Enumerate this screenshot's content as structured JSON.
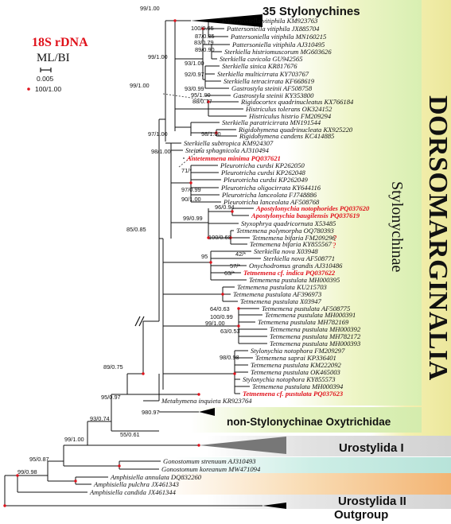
{
  "legend": {
    "marker": "18S rDNA",
    "method": "ML/BI",
    "scale_value": "0.005",
    "dot_meaning": "100/1.00"
  },
  "groups": {
    "stylonychines_35": "35 Stylonychines",
    "non_stylonychinae": "non-Stylonychinae Oxytrichidae",
    "urostylida_1": "Urostylida I",
    "urostylida_2": "Urostylida II",
    "outgroup": "Outgroup",
    "dorsomarginalia": "DORSOMARGINALIA",
    "stylonychinae": "Stylonychinae"
  },
  "taxa": [
    {
      "id": "t0",
      "label": "Pattersoniella vitiphila KM923763",
      "red": false
    },
    {
      "id": "t1",
      "label": "Pattersoniella vitiphila JX885704",
      "red": false
    },
    {
      "id": "t2",
      "label": "Pattersoniella vitiphila MN160215",
      "red": false
    },
    {
      "id": "t3",
      "label": "Pattersoniella vitiphila AJ310495",
      "red": false
    },
    {
      "id": "t4",
      "label": "Sterkiella histriomuscorum MG603626",
      "red": false
    },
    {
      "id": "t5",
      "label": "Sterkiella cavicola GU942565",
      "red": false
    },
    {
      "id": "t6",
      "label": "Sterkiella sinica KR817676",
      "red": false
    },
    {
      "id": "t7",
      "label": "Sterkiella multicirrata KY703767",
      "red": false
    },
    {
      "id": "t8",
      "label": "Sterkiella tetracirrata KF668619",
      "red": false
    },
    {
      "id": "t9",
      "label": "Gastrostyla steinii AF508758",
      "red": false
    },
    {
      "id": "t10",
      "label": "Gastrostyla steinii KY353800",
      "red": false
    },
    {
      "id": "t11",
      "label": "Rigidocortex quadrinucleatus KX766184",
      "red": false
    },
    {
      "id": "t12",
      "label": "Histriculus tolerans OK324152",
      "red": false
    },
    {
      "id": "t13",
      "label": "Histriculus histrio FM209294",
      "red": false
    },
    {
      "id": "t14",
      "label": "Sterkiella paratricirrata MN191544",
      "red": false
    },
    {
      "id": "t15",
      "label": "Rigidohymena quadrinucleata KX925220",
      "red": false
    },
    {
      "id": "t16",
      "label": "Rigidohymena candens KC414885",
      "red": false
    },
    {
      "id": "t17",
      "label": "Sterkiella subtropica KM924307",
      "red": false
    },
    {
      "id": "t18",
      "label": "Steinia sphagnicola AJ310494",
      "red": false
    },
    {
      "id": "t19",
      "label": "Antetemmena minima PQ037621",
      "red": true
    },
    {
      "id": "t20",
      "label": "Pleurotricha curdsi KP262050",
      "red": false
    },
    {
      "id": "t21",
      "label": "Pleurotricha curdsi KP262048",
      "red": false
    },
    {
      "id": "t22",
      "label": "Pleurotricha curdsi KP262049",
      "red": false
    },
    {
      "id": "t23",
      "label": "Pleurotricha oligocirrata KY644116",
      "red": false
    },
    {
      "id": "t24",
      "label": "Pleurotricha lanceolata FJ748886",
      "red": false
    },
    {
      "id": "t25",
      "label": "Pleurotricha lanceolata AF508768",
      "red": false
    },
    {
      "id": "t26",
      "label": "Apostylonychia notophorides PQ037620",
      "red": true
    },
    {
      "id": "t27",
      "label": "Apostylonychia baugilensis PQ037619",
      "red": true
    },
    {
      "id": "t28",
      "label": "Styxophrya quadricornuta X53485",
      "red": false
    },
    {
      "id": "t29",
      "label": "Tetmemena polymorpha OQ780393",
      "red": false
    },
    {
      "id": "t30",
      "label": "Tetmemena bifaria FM209296",
      "red": false
    },
    {
      "id": "t31",
      "label": "Tetmemena bifaria KY855567",
      "red": false
    },
    {
      "id": "t32",
      "label": "Sterkiella nova X03948",
      "red": false
    },
    {
      "id": "t33",
      "label": "Sterkiella nova AF508771",
      "red": false
    },
    {
      "id": "t34",
      "label": "Onychodromus grandis AJ310486",
      "red": false
    },
    {
      "id": "t35",
      "label": "Tetmemena cf. indica PQ037622",
      "red": true
    },
    {
      "id": "t36",
      "label": "Tetmemena pustulata MH000395",
      "red": false
    },
    {
      "id": "t37",
      "label": "Tetmemena pustulata KU215703",
      "red": false
    },
    {
      "id": "t38",
      "label": "Tetmemena pustulata AF396973",
      "red": false
    },
    {
      "id": "t39",
      "label": "Tetmemena pustulata X03947",
      "red": false
    },
    {
      "id": "t40",
      "label": "Tetmemena pustulata AF508775",
      "red": false
    },
    {
      "id": "t41",
      "label": "Tetmemena pustulata MH000391",
      "red": false
    },
    {
      "id": "t42",
      "label": "Tetmemena pustulata MH782169",
      "red": false
    },
    {
      "id": "t43",
      "label": "Tetmemena pustulata MH000392",
      "red": false
    },
    {
      "id": "t44",
      "label": "Tetmemena pustulata MH782172",
      "red": false
    },
    {
      "id": "t45",
      "label": "Tetmemena pustulata MH000393",
      "red": false
    },
    {
      "id": "t46",
      "label": "Stylonychia notophora FM209297",
      "red": false
    },
    {
      "id": "t47",
      "label": "Tetmemena saprai KP336401",
      "red": false
    },
    {
      "id": "t48",
      "label": "Tetmemena pustulata KM222092",
      "red": false
    },
    {
      "id": "t49",
      "label": "Tetmemena pustulata OK465003",
      "red": false
    },
    {
      "id": "t50",
      "label": "Stylonychia notophora KY855573",
      "red": false
    },
    {
      "id": "t51",
      "label": "Tetmemena pustulata MH000394",
      "red": false
    },
    {
      "id": "t52",
      "label": "Tetmemena cf. pustulata PQ037623",
      "red": true
    },
    {
      "id": "t53",
      "label": "Metahymena inquieta KR923764",
      "red": false
    },
    {
      "id": "t54",
      "label": "Gonostomum strenuum AJ310493",
      "red": false
    },
    {
      "id": "t55",
      "label": "Gonostomum koreanum MW471094",
      "red": false
    },
    {
      "id": "t56",
      "label": "Amphisiella annulata DQ832260",
      "red": false
    },
    {
      "id": "t57",
      "label": "Amphisiella pulchra JX461343",
      "red": false
    },
    {
      "id": "t58",
      "label": "Amphisiella candida JX461344",
      "red": false
    }
  ],
  "supports": [
    {
      "id": "s0",
      "text": "99/1.00"
    },
    {
      "id": "s1",
      "text": "100/0.95"
    },
    {
      "id": "s2",
      "text": "87/0.85"
    },
    {
      "id": "s3",
      "text": "83/0.79"
    },
    {
      "id": "s4",
      "text": "89/0.90"
    },
    {
      "id": "s5",
      "text": "99/1.00"
    },
    {
      "id": "s6",
      "text": "93/1.00"
    },
    {
      "id": "s7",
      "text": "92/0.97"
    },
    {
      "id": "s8",
      "text": "99/1.00"
    },
    {
      "id": "s9",
      "text": "93/0.99"
    },
    {
      "id": "s10",
      "text": "95/1.00"
    },
    {
      "id": "s11",
      "text": "88/0.77"
    },
    {
      "id": "s12",
      "text": "97/1.00"
    },
    {
      "id": "s13",
      "text": "98/1.00"
    },
    {
      "id": "s14",
      "text": "98/1.00"
    },
    {
      "id": "s15",
      "text": "71/*"
    },
    {
      "id": "s16",
      "text": "97/0.99"
    },
    {
      "id": "s17",
      "text": "90/1.00"
    },
    {
      "id": "s18",
      "text": "96/0.94"
    },
    {
      "id": "s19",
      "text": "99/0.99"
    },
    {
      "id": "s20",
      "text": "85/0.85"
    },
    {
      "id": "s21",
      "text": "100/0.68"
    },
    {
      "id": "s22",
      "text": "42/*"
    },
    {
      "id": "s23",
      "text": "95"
    },
    {
      "id": "s24",
      "text": "57/*"
    },
    {
      "id": "s25",
      "text": "63/*"
    },
    {
      "id": "s26",
      "text": "64/0.63"
    },
    {
      "id": "s27",
      "text": "100/0.99"
    },
    {
      "id": "s28",
      "text": "99/1.00"
    },
    {
      "id": "s29",
      "text": "63/0.53"
    },
    {
      "id": "s30",
      "text": "98/0.98"
    },
    {
      "id": "s31",
      "text": "89/0.75"
    },
    {
      "id": "s32",
      "text": "95/0.97"
    },
    {
      "id": "s33",
      "text": "980.97"
    },
    {
      "id": "s34",
      "text": "93/0.74"
    },
    {
      "id": "s35",
      "text": "55/0.61"
    },
    {
      "id": "s36",
      "text": "99/1.00"
    },
    {
      "id": "s37",
      "text": "95/0.87"
    },
    {
      "id": "s38",
      "text": "99/0.98"
    }
  ],
  "question_marks": [
    {
      "id": "q0",
      "text": "?"
    },
    {
      "id": "q1",
      "text": "?"
    }
  ],
  "colors": {
    "highlight_red": "#e0121b",
    "dorsomarginalia_band": "#f2eea8",
    "stylonychinae_band": "#dff2b8",
    "urostylida_1_band": "#bfe6df",
    "urostylida_2_band": "#f6c489",
    "branch": "#111111"
  }
}
